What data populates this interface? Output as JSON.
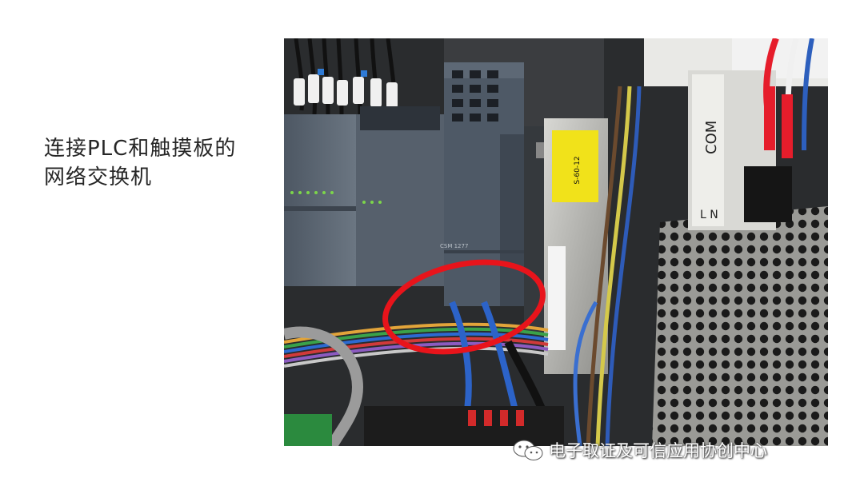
{
  "caption": {
    "line1": "连接PLC和触摸板的",
    "line2": "网络交换机"
  },
  "watermark": {
    "text": "电子取证及可信应用协创中心",
    "icon": "wechat-icon"
  },
  "photo": {
    "highlight_color": "#e8141b",
    "labels": {
      "module_model": "CSM 1277",
      "psu_model": "S-60-12",
      "terminal_com": "COM",
      "terminal_ln": "L N"
    }
  }
}
